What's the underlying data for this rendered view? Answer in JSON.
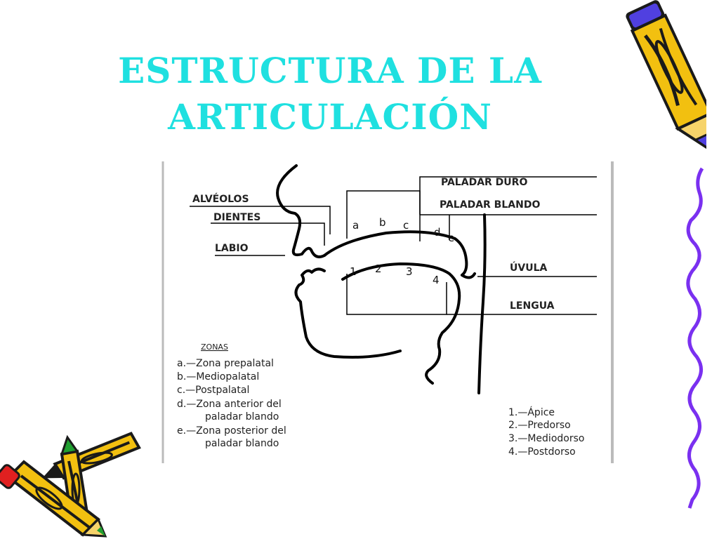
{
  "slide": {
    "title_line1": "ESTRUCTURA DE LA",
    "title_line2": "ARTICULACIÓN"
  },
  "diagram": {
    "labels": {
      "alveolos": "ALVÉOLOS",
      "dientes": "DIENTES",
      "labio": "LABIO",
      "paladar_duro": "PALADAR DURO",
      "paladar_blando": "PALADAR BLANDO",
      "uvula": "ÚVULA",
      "lengua": "LENGUA"
    },
    "zone_letters": [
      "a",
      "b",
      "c",
      "d",
      "e"
    ],
    "tongue_numbers": [
      "1",
      "2",
      "3",
      "4"
    ],
    "zonas_heading": "ZONAS",
    "zonas": [
      "a.—Zona prepalatal",
      "b.—Mediopalatal",
      "c.—Postpalatal",
      "d.—Zona anterior del",
      "paladar blando",
      "e.—Zona posterior del",
      "paladar blando"
    ],
    "tongue_parts": [
      "1.—Ápice",
      "2.—Predorso",
      "3.—Mediodorso",
      "4.—Postdorso"
    ]
  },
  "colors": {
    "title": "#1fe0e0",
    "pencil_body": "#f2c010",
    "pencil_dark": "#1a1a1a",
    "pencil_tip_blue": "#5040e0",
    "pencil_red": "#e02020",
    "pencil_green": "#20a030",
    "squiggle": "#7a30f0"
  },
  "decorations": [
    "pencil-icon",
    "pencils-icon",
    "squiggle-line"
  ]
}
